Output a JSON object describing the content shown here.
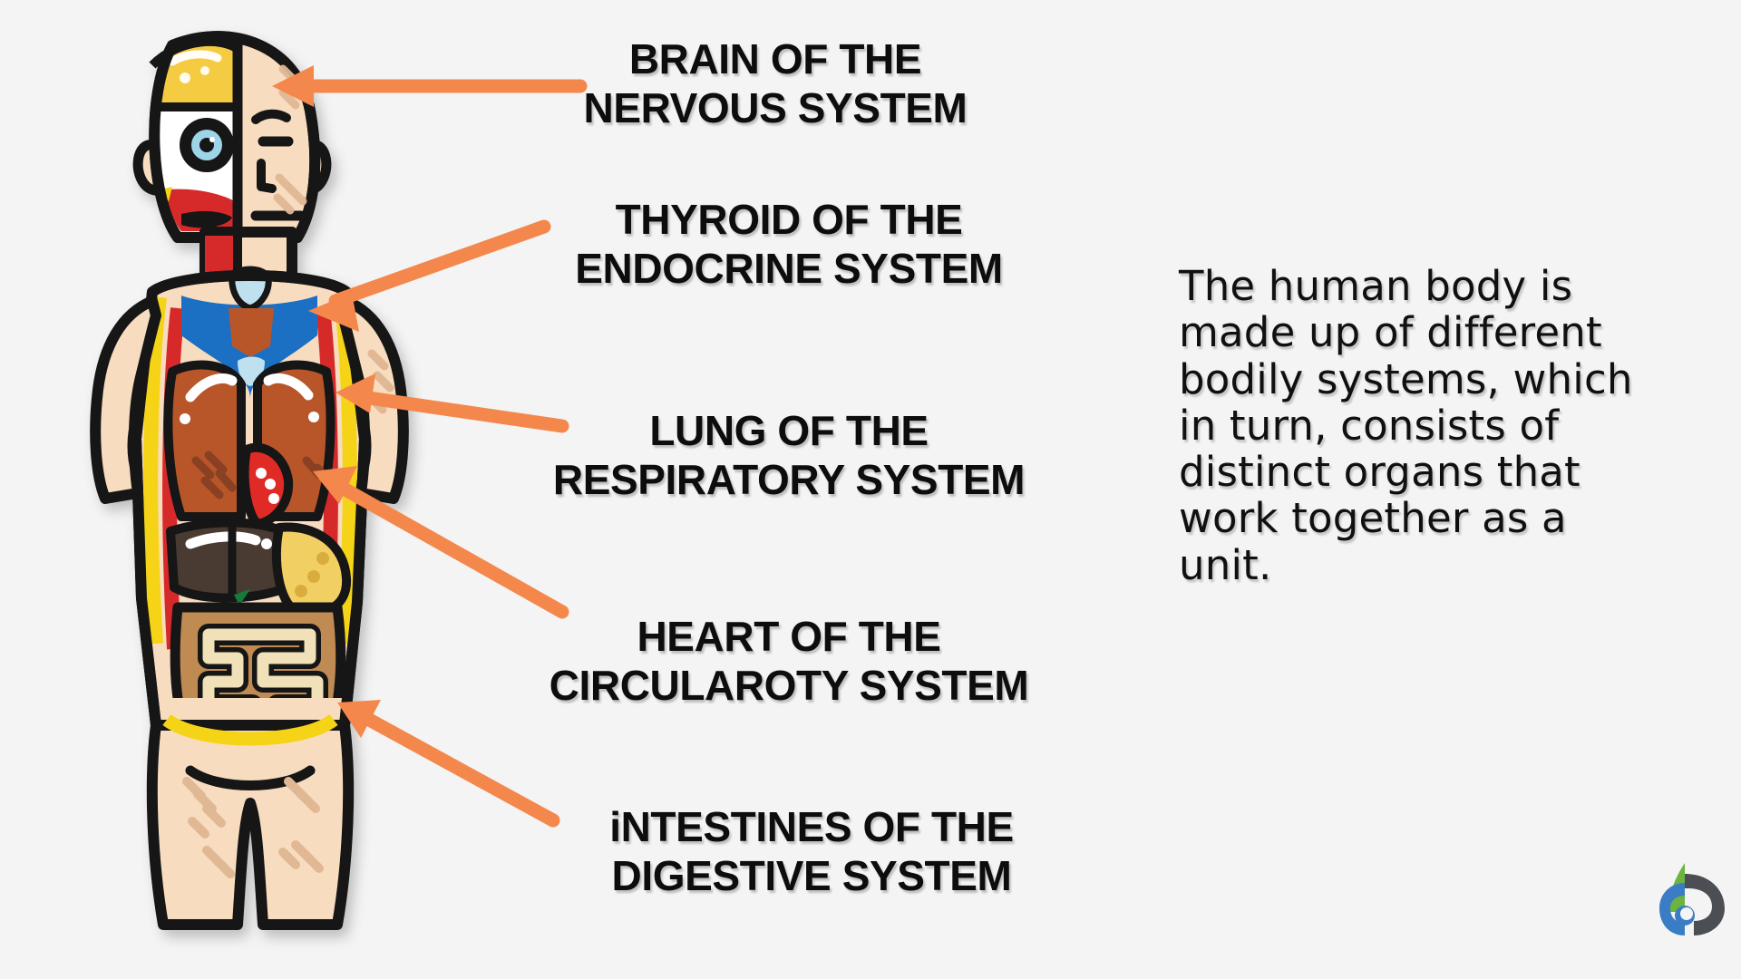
{
  "background_color": "#f4f4f4",
  "accent_color": "#f4884c",
  "text_color": "#0d0d0d",
  "callouts": [
    {
      "id": "brain-nervous",
      "organ": "BRAIN",
      "system": "NERVOUS SYSTEM",
      "label": "BRAIN OF THE\nNERVOUS SYSTEM",
      "target": "brain"
    },
    {
      "id": "thyroid-endocrine",
      "organ": "THYROID",
      "system": "ENDOCRINE SYSTEM",
      "label": "THYROID OF THE\nENDOCRINE SYSTEM",
      "target": "thyroid"
    },
    {
      "id": "lung-respiratory",
      "organ": "LUNG",
      "system": "RESPIRATORY SYSTEM",
      "label": "LUNG OF THE\nRESPIRATORY SYSTEM",
      "target": "lung"
    },
    {
      "id": "heart-circulatory",
      "organ": "HEART",
      "system": "CIRCULAROTY SYSTEM",
      "label": "HEART OF THE\nCIRCULAROTY SYSTEM",
      "target": "heart"
    },
    {
      "id": "intestines-digestive",
      "organ": "iNTESTINES",
      "system": "DIGESTIVE SYSTEM",
      "label": "iNTESTINES OF THE\nDIGESTIVE SYSTEM",
      "target": "intestines"
    }
  ],
  "note": {
    "text": "The human body is\nmade up of different\nbodily systems, which\nin turn, consists of\ndistinct organs that\nwork together as a\nunit."
  },
  "logo": {
    "name": "brand-b-logo",
    "colors": {
      "leaf": "#6cb33f",
      "blue": "#3b7dc4",
      "dark": "#4b4f54"
    }
  },
  "figure": {
    "name": "human-body-cutaway-illustration",
    "organ_colors": {
      "skin": "#f8dcc0",
      "skin_shade": "#e0b894",
      "brain": "#f5cb43",
      "skull": "#ffffff",
      "eye": "#9ed4e8",
      "muscle": "#d62b2b",
      "lung": "#b8562a",
      "heart": "#e02b26",
      "liver": "#4a3a33",
      "stomach": "#f2cf63",
      "intestine_small": "#f0e1b8",
      "intestine_large": "#c08a52",
      "nerve": "#f5d318",
      "vessel_blue": "#1a6fc4",
      "thyroid": "#bfe0ee",
      "outline": "#141414"
    }
  }
}
